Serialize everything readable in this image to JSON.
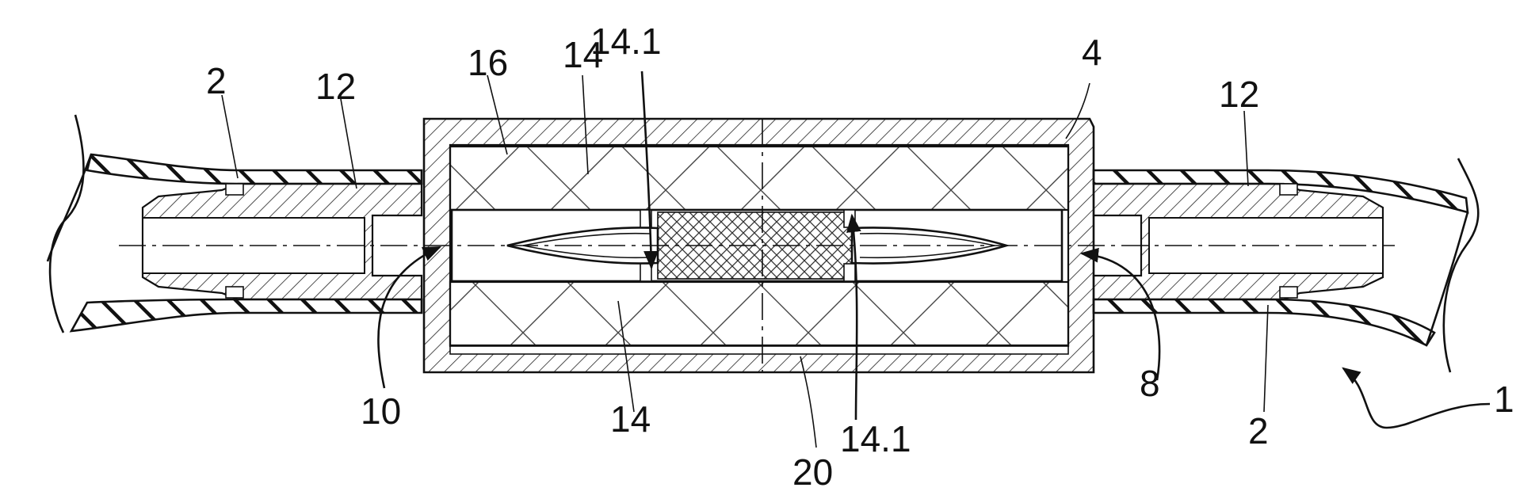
{
  "figure": {
    "labels": {
      "tube": "2",
      "housing": "4",
      "outlet": "8",
      "inlet": "10",
      "connector": "12",
      "magnet": "14",
      "magnet_gap": "14.1",
      "chamber": "16",
      "cover": "20",
      "assembly": "1"
    }
  }
}
